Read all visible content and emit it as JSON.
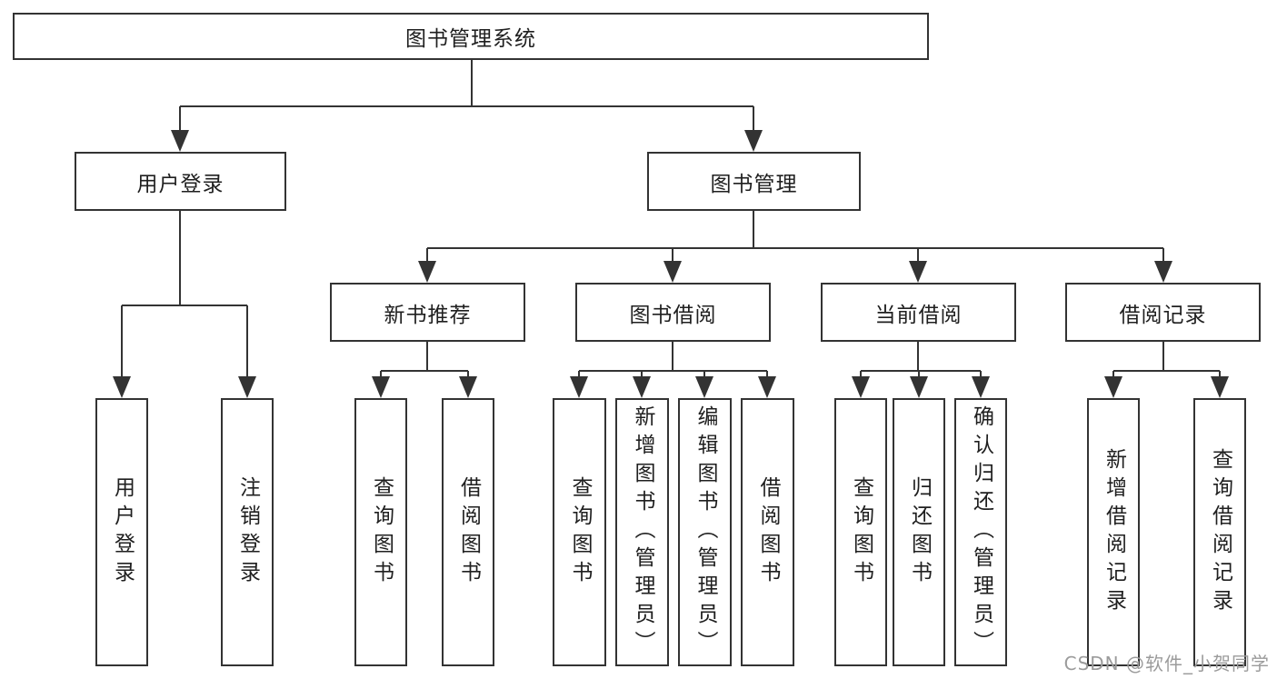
{
  "diagram": {
    "root": {
      "label": "图书管理系统"
    },
    "level2": [
      {
        "label": "用户登录"
      },
      {
        "label": "图书管理"
      }
    ],
    "level3": [
      {
        "label": "新书推荐"
      },
      {
        "label": "图书借阅"
      },
      {
        "label": "当前借阅"
      },
      {
        "label": "借阅记录"
      }
    ],
    "leaves": {
      "user_login": [
        "用户登录",
        "注销登录"
      ],
      "new_book": [
        "查询图书",
        "借阅图书"
      ],
      "book_borrow": [
        "查询图书",
        "新增图书（管理员）",
        "编辑图书（管理员）",
        "借阅图书"
      ],
      "current_borrow": [
        "查询图书",
        "归还图书",
        "确认归还（管理员）"
      ],
      "borrow_record": [
        "新增借阅记录",
        "查询借阅记录"
      ]
    }
  },
  "watermark": {
    "text": "CSDN @软件_小贺同学"
  },
  "colors": {
    "line": "#333333",
    "box_border": "#333333",
    "text": "#1f1f1f",
    "background": "#ffffff",
    "watermark": "#9b9b9b"
  }
}
